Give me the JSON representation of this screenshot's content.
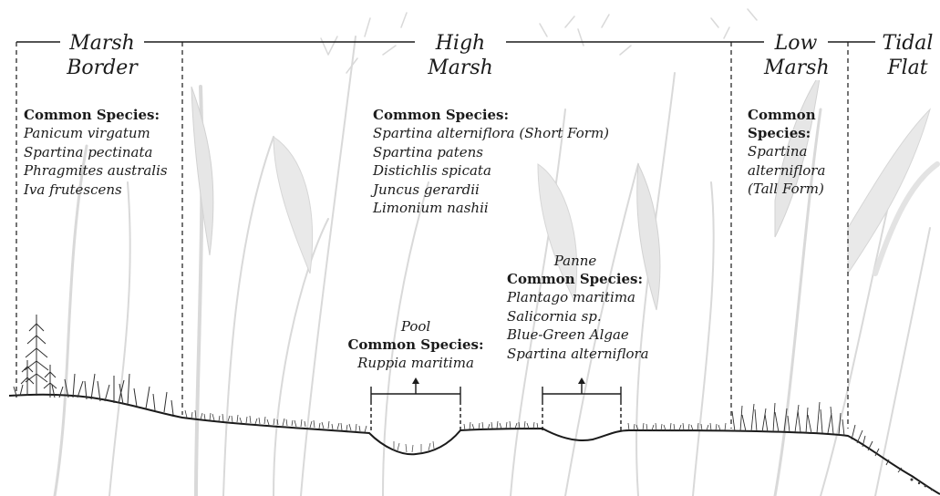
{
  "zones": {
    "marsh_border": {
      "line1": "Marsh",
      "line2": "Border"
    },
    "high_marsh": {
      "line1": "High",
      "line2": "Marsh"
    },
    "low_marsh": {
      "line1": "Low",
      "line2": "Marsh"
    },
    "tidal_flat": {
      "line1": "Tidal",
      "line2": "Flat"
    }
  },
  "marsh_border_species": {
    "header": "Common Species:",
    "items": [
      "Panicum virgatum",
      "Spartina pectinata",
      "Phragmites australis",
      "Iva frutescens"
    ]
  },
  "high_marsh_species": {
    "header": "Common Species:",
    "items": [
      "Spartina alterniflora (Short Form)",
      "Spartina patens",
      "Distichlis spicata",
      "Juncus gerardii",
      "Limonium nashii"
    ]
  },
  "low_marsh_species": {
    "header_line1": "Common",
    "header_line2": "Species:",
    "items": [
      "Spartina",
      "alterniflora",
      "(Tall Form)"
    ]
  },
  "pool": {
    "title": "Pool",
    "header": "Common Species:",
    "items": [
      "Ruppia maritima"
    ]
  },
  "panne": {
    "title": "Panne",
    "header": "Common Species:",
    "items": [
      "Plantago maritima",
      "Salicornia sp.",
      "Blue-Green Algae",
      "Spartina alterniflora"
    ]
  },
  "colors": {
    "ink": "#1b1b1b",
    "faded_vegetation": "#d6d6d6",
    "background": "#ffffff"
  }
}
